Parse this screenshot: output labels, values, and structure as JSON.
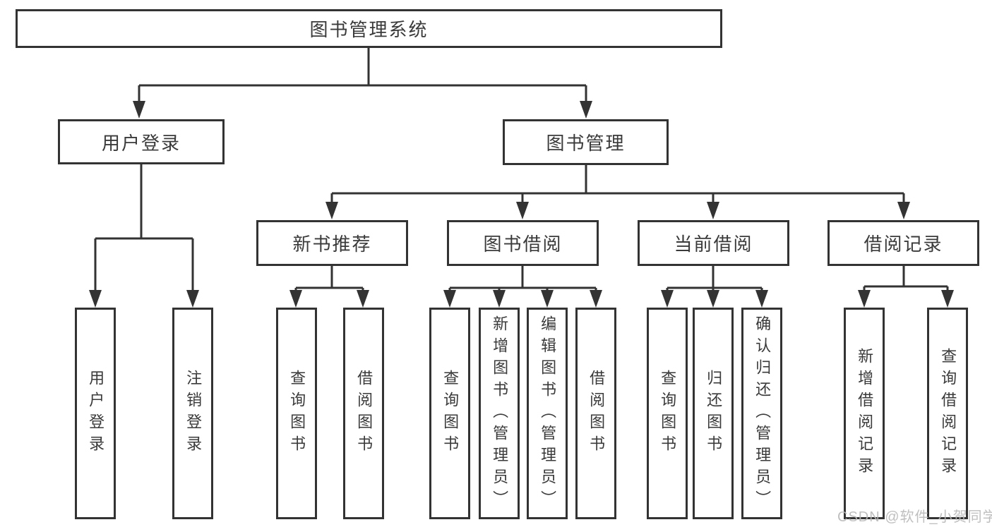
{
  "diagram": {
    "root": {
      "label": "图书管理系统"
    },
    "branches": [
      {
        "label": "用户登录",
        "children": [
          {
            "label": "用户登录"
          },
          {
            "label": "注销登录"
          }
        ]
      },
      {
        "label": "图书管理",
        "children": [
          {
            "label": "新书推荐",
            "children": [
              {
                "label": "查询图书"
              },
              {
                "label": "借阅图书"
              }
            ]
          },
          {
            "label": "图书借阅",
            "children": [
              {
                "label": "查询图书"
              },
              {
                "label": "新增图书（管理员）"
              },
              {
                "label": "编辑图书（管理员）"
              },
              {
                "label": "借阅图书"
              }
            ]
          },
          {
            "label": "当前借阅",
            "children": [
              {
                "label": "查询图书"
              },
              {
                "label": "归还图书"
              },
              {
                "label": "确认归还（管理员）"
              }
            ]
          },
          {
            "label": "借阅记录",
            "children": [
              {
                "label": "新增借阅记录"
              },
              {
                "label": "查询借阅记录"
              }
            ]
          }
        ]
      }
    ]
  },
  "watermark": {
    "text": "CSDN @软件_小贺同学"
  },
  "colors": {
    "line": "#333333",
    "box_border": "#333333",
    "box_fill": "#ffffff",
    "text": "#3a3a3a",
    "watermark": "#b8b8b8",
    "background": "#ffffff"
  }
}
